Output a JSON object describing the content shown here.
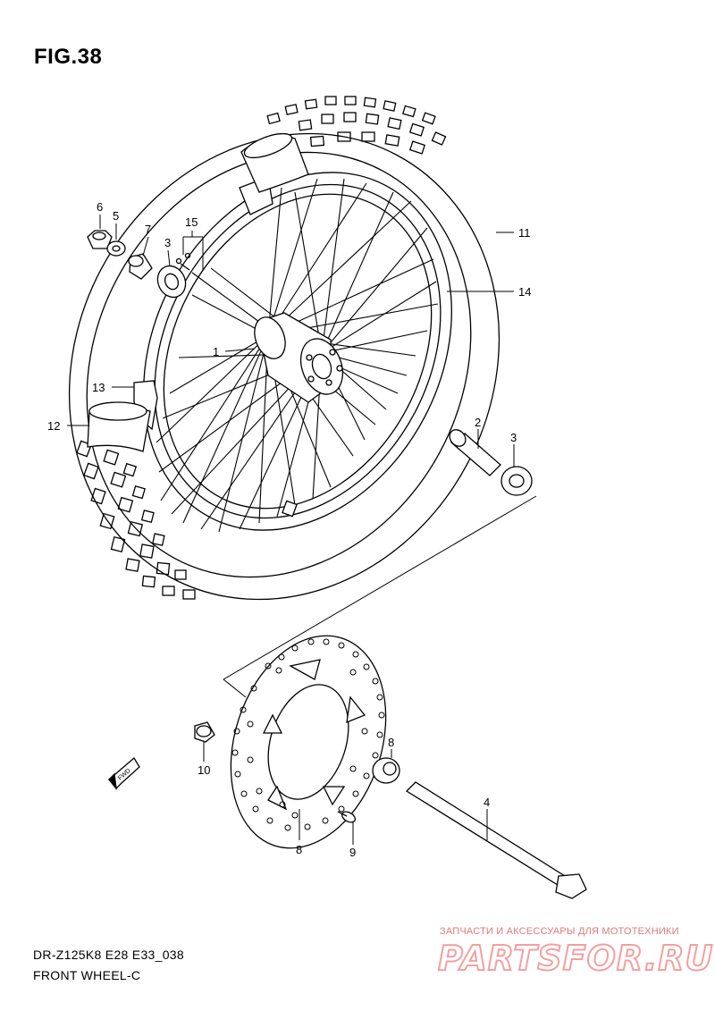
{
  "figure": {
    "title": "FIG.38",
    "model_code": "DR-Z125K8  E28  E33_038",
    "section_name": "FRONT WHEEL-C"
  },
  "callouts": [
    {
      "id": "c1",
      "label": "1"
    },
    {
      "id": "c2",
      "label": "2"
    },
    {
      "id": "c3a",
      "label": "3"
    },
    {
      "id": "c3b",
      "label": "3"
    },
    {
      "id": "c4",
      "label": "4"
    },
    {
      "id": "c5",
      "label": "5"
    },
    {
      "id": "c6",
      "label": "6"
    },
    {
      "id": "c7",
      "label": "7"
    },
    {
      "id": "c8a",
      "label": "8"
    },
    {
      "id": "c8b",
      "label": "8"
    },
    {
      "id": "c9",
      "label": "9"
    },
    {
      "id": "c10",
      "label": "10"
    },
    {
      "id": "c11",
      "label": "11"
    },
    {
      "id": "c12",
      "label": "12"
    },
    {
      "id": "c13",
      "label": "13"
    },
    {
      "id": "c14",
      "label": "14"
    },
    {
      "id": "c15",
      "label": "15"
    }
  ],
  "direction_marker": {
    "text": "FWD",
    "icon": "forward-arrow-icon"
  },
  "watermark": {
    "tagline": "ЗАПЧАСТИ И АКСЕССУАРЫ ДЛЯ МОТОТЕХНИКИ",
    "brand": "PARTSFOR.RU",
    "color": "#f2a0a0"
  }
}
